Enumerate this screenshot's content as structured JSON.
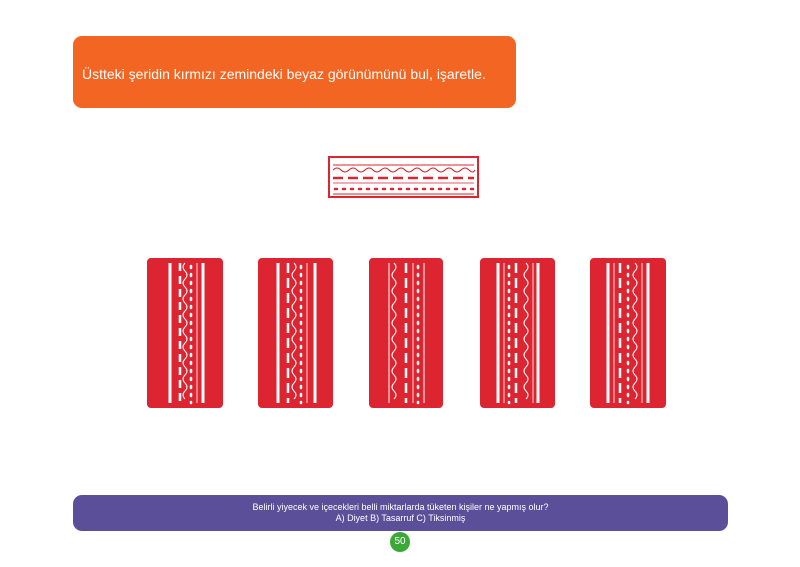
{
  "instruction": "Üstteki şeridin kırmızı zemindeki beyaz görünümünü bul, işaretle.",
  "question": {
    "line1": "Belirli yiyecek ve içecekleri belli miktarlarda tüketen kişiler ne yapmış olur?",
    "line2": "A) Diyet B) Tasarruf C) Tiksinmiş"
  },
  "page_number": "50",
  "colors": {
    "orange": "#f26522",
    "red": "#dc2531",
    "purple": "#5b4f99",
    "green": "#3aa935",
    "white": "#ffffff"
  },
  "reference_strip": {
    "border": "red",
    "background": "white",
    "pattern": [
      "wave",
      "dashes",
      "dots"
    ]
  },
  "options": [
    {
      "id": "1",
      "background": "red",
      "pattern": [
        "bars",
        "wave",
        "dashes",
        "dots"
      ]
    },
    {
      "id": "2",
      "background": "red",
      "pattern": [
        "bars",
        "wave",
        "dashes",
        "dots"
      ]
    },
    {
      "id": "3",
      "background": "red",
      "pattern": [
        "bars",
        "wave",
        "dashes",
        "dots"
      ]
    },
    {
      "id": "4",
      "background": "red",
      "pattern": [
        "dots",
        "dashes",
        "wave",
        "bars"
      ]
    },
    {
      "id": "5",
      "background": "red",
      "pattern": [
        "bars",
        "dots",
        "wave",
        "bars"
      ]
    }
  ]
}
